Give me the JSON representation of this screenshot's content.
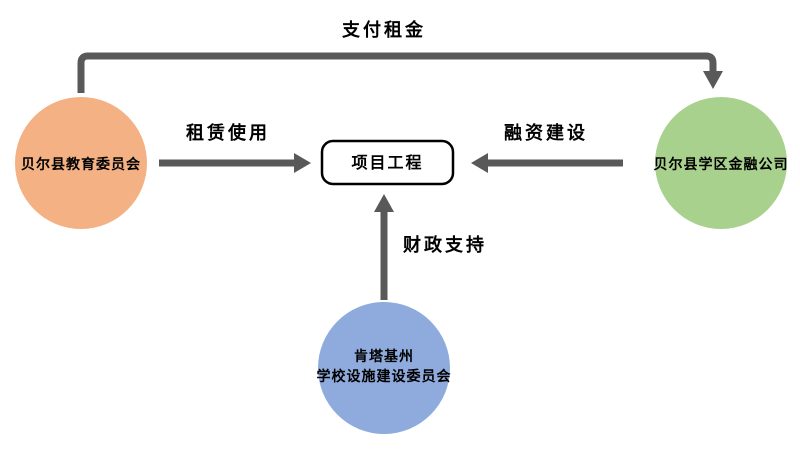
{
  "colors": {
    "arrow": "#595959",
    "box_border": "#000000",
    "box_fill": "#ffffff",
    "background": "#ffffff"
  },
  "nodes": {
    "education_board": {
      "label": "贝尔县教育委员会",
      "color": "#F4B183"
    },
    "district_finance": {
      "label": "贝尔县学区金融公司",
      "color": "#A9D18E"
    },
    "kentucky_committee": {
      "line1": "肯塔基州",
      "line2": "学校设施建设委员会",
      "color": "#8FAADC"
    },
    "project": {
      "label": "项目工程"
    }
  },
  "edges": {
    "pay_rent": {
      "label": "支付租金"
    },
    "lease_use": {
      "label": "租赁使用"
    },
    "finance_build": {
      "label": "融资建设"
    },
    "fiscal_support": {
      "label": "财政支持"
    }
  }
}
